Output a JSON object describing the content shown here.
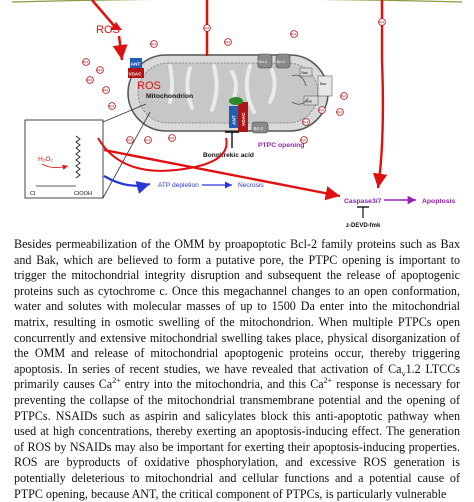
{
  "figure": {
    "labels": {
      "ros_top": "ROS",
      "ros_mito": "ROS",
      "mitochondrion": "Mitochondrion",
      "ant_left": "ANT",
      "vdac_left": "VDAC",
      "ant_right": "ANT",
      "vdac_right": "VDAC",
      "bongkrekic": "Bongkrekic acid",
      "ptpc_opening": "PTPC opening",
      "h2o2": "H₂O₂",
      "cl": "Cl",
      "clooh": "ClOOH",
      "atp_depletion": "ATP depletion",
      "necrosis": "Necrosis",
      "caspase": "Caspase3/7",
      "apoptosis": "Apoptosis",
      "zdevd": "z-DEVD-fmk",
      "bcl2_a": "Bcl-2",
      "bcl2_b": "Bcl-2",
      "bcl2_c": "Bcl-2",
      "bak": "Bak",
      "bak_2": "Bak",
      "bax": "Bax",
      "cyt": "Cyt"
    },
    "colors": {
      "ros": "#e01010",
      "mito_fill": "#d9d9d9",
      "matrix_fill": "#c7c7c7",
      "ant": "#1f5fb4",
      "vdac": "#b01414",
      "ptpc": "#9a1fb0",
      "atp_arrow": "#2a39d6",
      "apoptosis": "#8a1faa",
      "bongkrekic_arrow": "#000000"
    }
  },
  "text": {
    "p1": "Besides permeabilization of the OMM by proapoptotic Bcl-2 family proteins such as Bax and Bak, which are believed to form a putative pore, the PTPC opening is important to trigger the mitochondrial integrity disruption and subsequent the release of apoptogenic proteins such as cytochrome c. Once this megachannel changes to an open conformation, water and solutes with molecular masses of up to 1500 Da enter into the mitochondrial matrix, resulting in osmotic swelling of the mitochondrion. When multiple PTPCs open concurrently and extensive mitochondrial swelling takes place, physical disorganization of the OMM and release of mitochondrial apoptogenic proteins occur, thereby triggering apoptosis. In series of recent studies, we have revealed that activation of Ca",
    "ca_sub_1": "v",
    "p2": "1.2 LTCCs primarily causes Ca",
    "ca_sup_1": "2+",
    "p3": " entry into the mitochondria, and this Ca",
    "ca_sup_2": "2+",
    "p4": " response is necessary for preventing the collapse of the mitochondrial transmembrane potential and the opening of PTPCs. NSAIDs such as aspirin and salicylates block this anti-apoptotic pathway when used at high concentrations, thereby exerting an apoptosis-inducing effect. The generation of ROS by NSAIDs may also be important for exerting their apoptosis-inducing properties. ROS are byproducts of oxidative phosphorylation, and excessive ROS generation is potentially deleterious to mitochondrial and cellular functions and a potential cause of PTPC opening, because ANT, the critical component of PTPCs, is particularly vulnerable"
  }
}
